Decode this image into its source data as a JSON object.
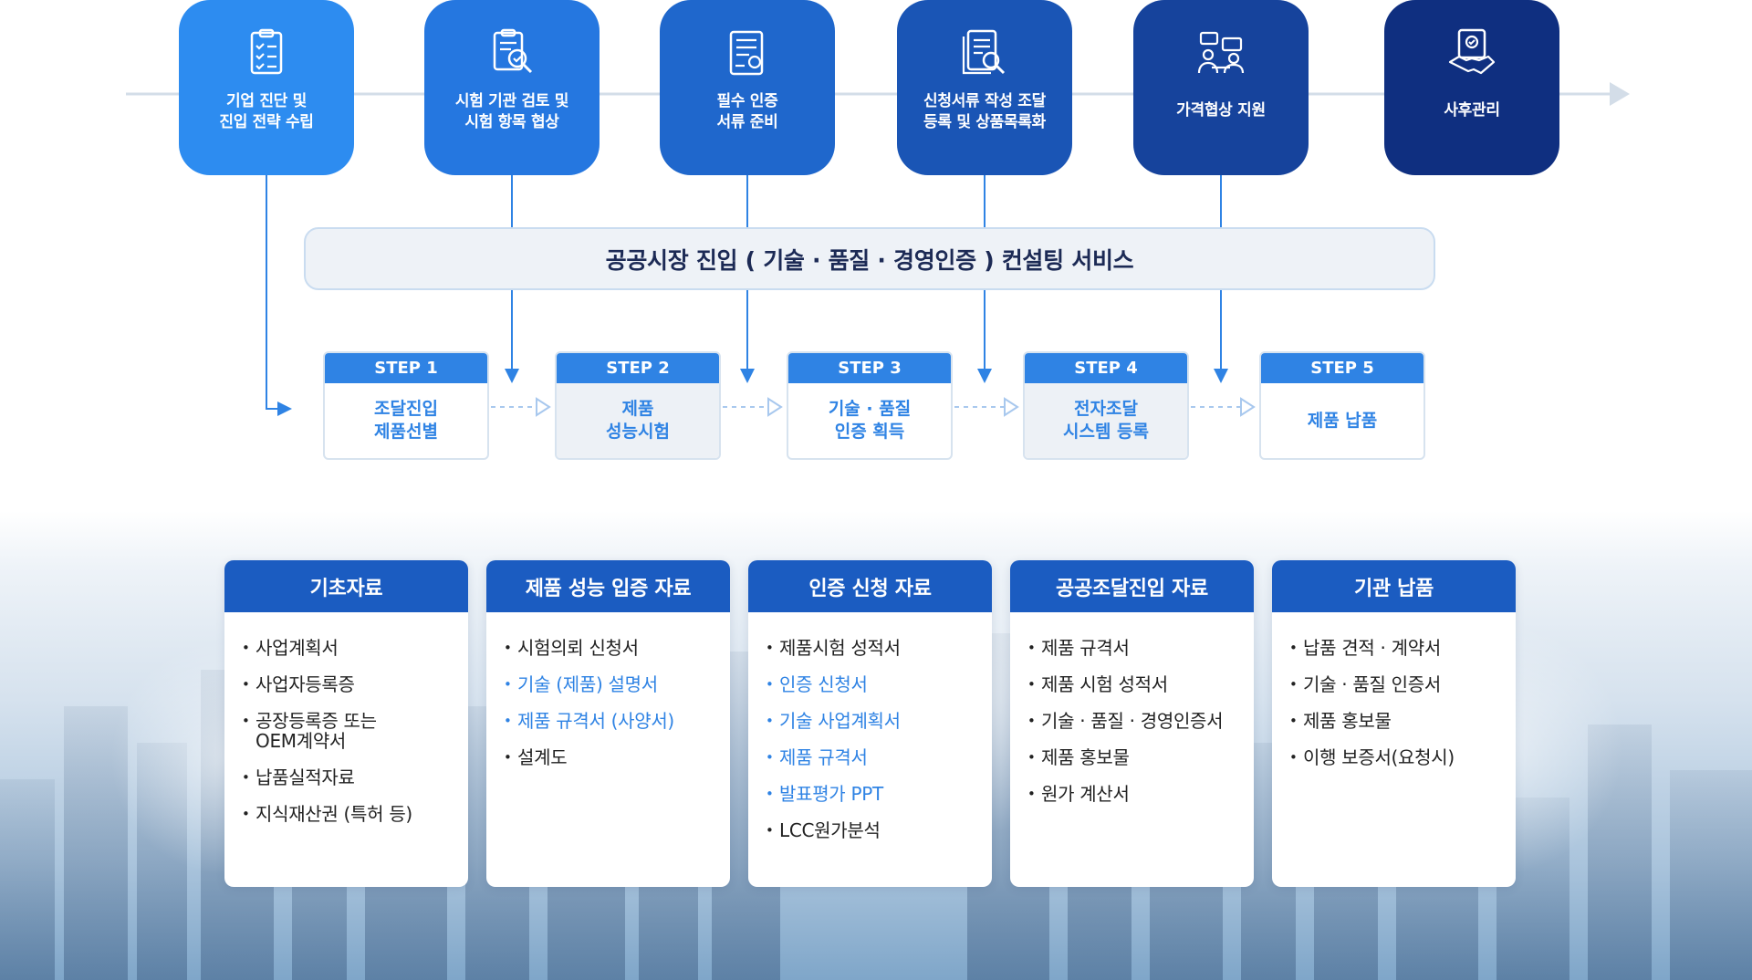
{
  "colors": {
    "tile_1": "#2d8cf0",
    "tile_2": "#2577e0",
    "tile_3": "#1f67cc",
    "tile_4": "#1a55b5",
    "tile_5": "#16439c",
    "tile_6": "#0f2f80",
    "step_blue": "#2f83e4",
    "card_header": "#1b5cc1",
    "highlight_text": "#2f83e4",
    "connector": "#2f83e4",
    "timeline": "#d3dde8"
  },
  "process": [
    {
      "icon": "checklist-icon",
      "label": "기업 진단 및\n진입 전략 수립"
    },
    {
      "icon": "document-review-icon",
      "label": "시험 기관 검토 및\n시험 항목 협상"
    },
    {
      "icon": "certificate-document-icon",
      "label": "필수 인증\n서류 준비"
    },
    {
      "icon": "document-search-icon",
      "label": "신청서류 작성 조달\n등록 및 상품목록화"
    },
    {
      "icon": "negotiation-icon",
      "label": "가격협상 지원"
    },
    {
      "icon": "handshake-icon",
      "label": "사후관리"
    }
  ],
  "service_bar": {
    "title": "공공시장 진입 ( 기술 · 품질 · 경영인증 ) 컨설팅 서비스"
  },
  "steps": [
    {
      "header": "STEP 1",
      "label": "조달진입\n제품선별"
    },
    {
      "header": "STEP 2",
      "label": "제품\n성능시험"
    },
    {
      "header": "STEP 3",
      "label": "기술 · 품질\n인증 획득"
    },
    {
      "header": "STEP 4",
      "label": "전자조달\n시스템 등록"
    },
    {
      "header": "STEP 5",
      "label": "제품 납품"
    }
  ],
  "cards": [
    {
      "title": "기초자료",
      "items": [
        {
          "text": "사업계획서",
          "highlight": false
        },
        {
          "text": "사업자등록증",
          "highlight": false
        },
        {
          "text": "공장등록증 또는\nOEM계약서",
          "highlight": false
        },
        {
          "text": "납품실적자료",
          "highlight": false
        },
        {
          "text": "지식재산권 (특허 등)",
          "highlight": false
        }
      ]
    },
    {
      "title": "제품 성능 입증 자료",
      "items": [
        {
          "text": "시험의뢰 신청서",
          "highlight": false
        },
        {
          "text": "기술 (제품) 설명서",
          "highlight": true
        },
        {
          "text": "제품 규격서 (사양서)",
          "highlight": true
        },
        {
          "text": "설계도",
          "highlight": false
        }
      ]
    },
    {
      "title": "인증 신청 자료",
      "items": [
        {
          "text": "제품시험 성적서",
          "highlight": false
        },
        {
          "text": "인증 신청서",
          "highlight": true
        },
        {
          "text": "기술 사업계획서",
          "highlight": true
        },
        {
          "text": "제품 규격서",
          "highlight": true
        },
        {
          "text": "발표평가 PPT",
          "highlight": true
        },
        {
          "text": "LCC원가분석",
          "highlight": false
        }
      ]
    },
    {
      "title": "공공조달진입 자료",
      "items": [
        {
          "text": "제품 규격서",
          "highlight": false
        },
        {
          "text": "제품 시험 성적서",
          "highlight": false
        },
        {
          "text": "기술 · 품질 · 경영인증서",
          "highlight": false
        },
        {
          "text": "제품 홍보물",
          "highlight": false
        },
        {
          "text": "원가 계산서",
          "highlight": false
        }
      ]
    },
    {
      "title": "기관 납품",
      "items": [
        {
          "text": "납품 견적 · 계약서",
          "highlight": false
        },
        {
          "text": "기술 · 품질 인증서",
          "highlight": false
        },
        {
          "text": "제품 홍보물",
          "highlight": false
        },
        {
          "text": "이행 보증서(요청시)",
          "highlight": false
        }
      ]
    }
  ]
}
